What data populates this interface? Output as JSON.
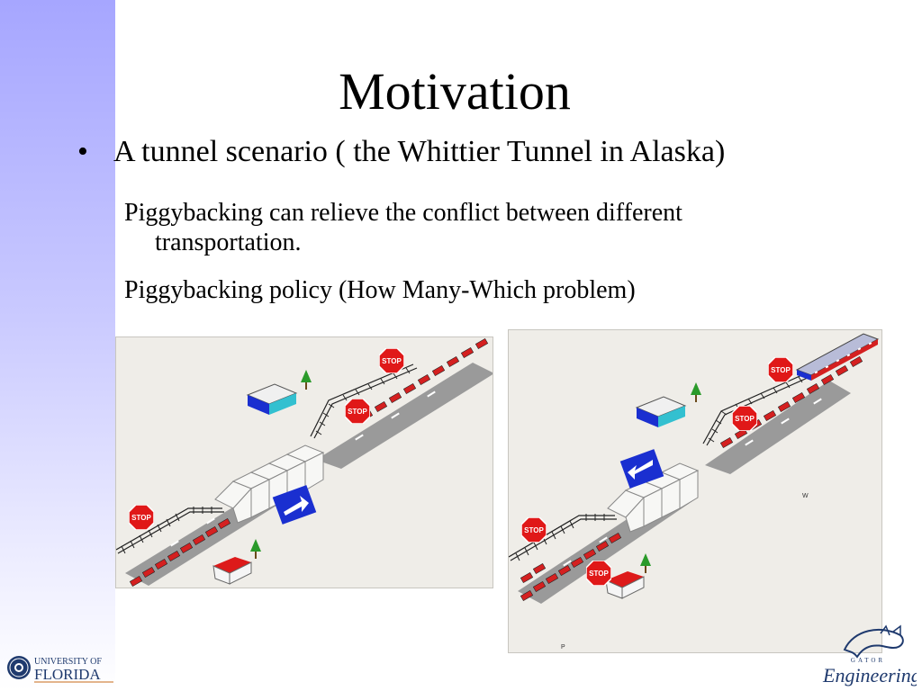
{
  "slide": {
    "title": "Motivation",
    "bullet_symbol": "•",
    "bullet": "A tunnel scenario ( the Whittier Tunnel in Alaska)",
    "subpoint_1_line1": "Piggybacking can relieve the conflict between different",
    "subpoint_1_line2": "transportation.",
    "subpoint_2": "Piggybacking policy (How Many-Which problem)"
  },
  "scene1": {
    "stop_label": "STOP"
  },
  "scene2": {
    "stop_label": "STOP",
    "label_w": "W",
    "label_p": "P"
  },
  "logos": {
    "uf_top": "UNIVERSITY OF",
    "uf_bottom": "FLORIDA",
    "gator_small": "GATOR",
    "gator_main": "Engineering"
  },
  "colors": {
    "sidebar_top": "#a6a6ff",
    "car_red": "#d42020",
    "arrow_blue": "#1a2fd0",
    "uf_navy": "#1f3a6e"
  }
}
